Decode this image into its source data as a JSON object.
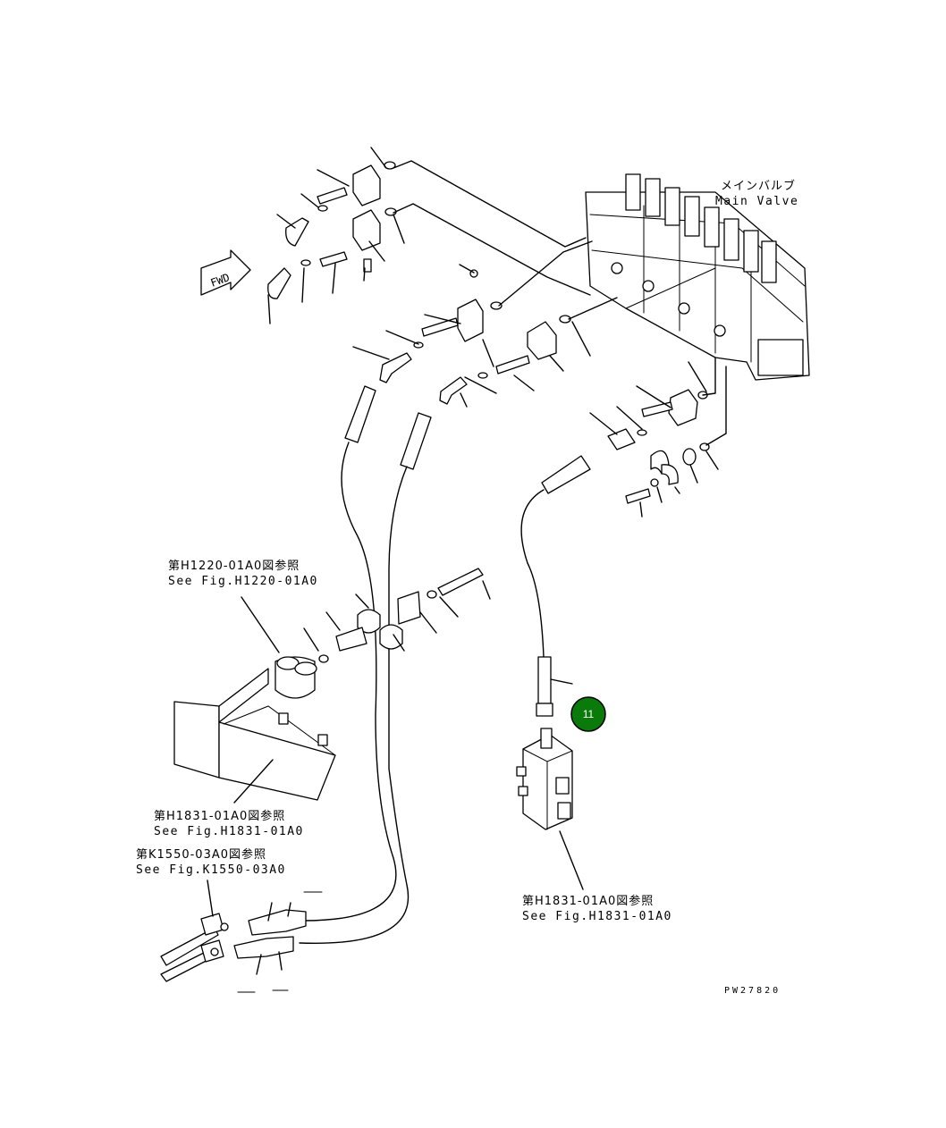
{
  "labels": {
    "main_valve_jp": "メインバルブ",
    "main_valve_en": "Main Valve",
    "fwd": "FWD",
    "ref_h1220_jp": "第H1220-01A0図参照",
    "ref_h1220_en": "See Fig.H1220-01A0",
    "ref_h1831a_jp": "第H1831-01A0図参照",
    "ref_h1831a_en": "See Fig.H1831-01A0",
    "ref_k1550_jp": "第K1550-03A0図参照",
    "ref_k1550_en": "See Fig.K1550-03A0",
    "ref_h1831b_jp": "第H1831-01A0図参照",
    "ref_h1831b_en": "See Fig.H1831-01A0",
    "drawing_code": "PW27820"
  },
  "callouts": [
    {
      "number": "11",
      "color": "#0a7a0a"
    }
  ]
}
